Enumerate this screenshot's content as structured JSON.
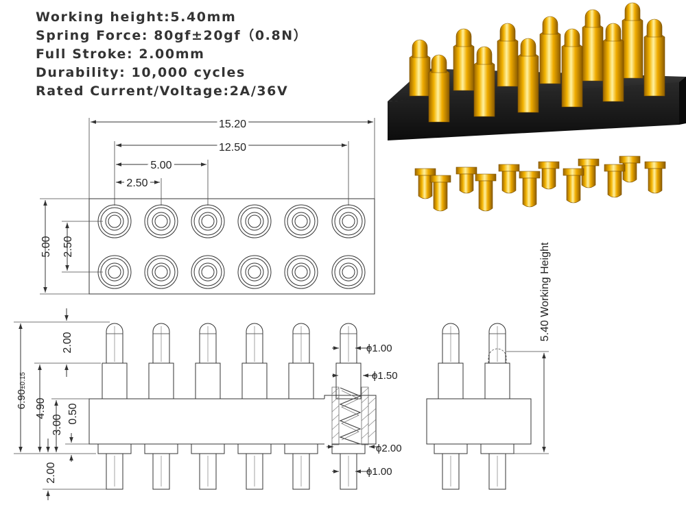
{
  "specs": {
    "working_height": "Working height:5.40mm",
    "spring_force": "Spring Force: 80gf±20gf（0.8N）",
    "full_stroke": "Full Stroke: 2.00mm",
    "durability": "Durability: 10,000 cycles",
    "rated": "Rated Current/Voltage:2A/36V"
  },
  "top_view": {
    "dim_overall_width": "15.20",
    "dim_pin_span": "12.50",
    "dim_pitch_x2": "5.00",
    "dim_pitch": "2.50",
    "dim_height": "5.00",
    "dim_row_pitch": "2.50"
  },
  "side_view": {
    "dim_total_main": "6.90",
    "dim_total_tol": "±0.15",
    "dim_tip": "2.00",
    "dim_barrel": "4.90",
    "dim_body": "3.00",
    "dim_flange": "0.50",
    "dim_tail": "2.00",
    "d_tip": "ϕ1.00",
    "d_barrel": "ϕ1.50",
    "d_flange": "ϕ2.00",
    "d_tail": "ϕ1.00"
  },
  "end_view": {
    "working_height": "5.40 Working Height"
  },
  "colors": {
    "line": "#333333",
    "text": "#333333",
    "gold": "#e8a400",
    "housing": "#151515"
  }
}
